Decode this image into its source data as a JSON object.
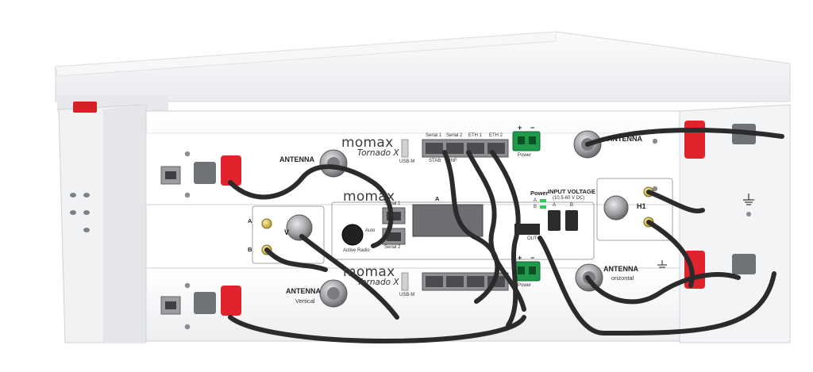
{
  "colors": {
    "chassis": "#f6f6f7",
    "chassis_edge": "#d4d6d9",
    "cable": "#2b2b2b",
    "latch_red": "#e0232c",
    "connector_gold": "#d8c24e",
    "power_green": "#1f9a4a",
    "port_gray": "#8d8f93"
  },
  "icons": [
    "ground-symbol-icon",
    "ethernet-port-icon",
    "n-type-connector-icon",
    "rack-ear-icon"
  ],
  "top_unit": {
    "brand": "momax",
    "model": "Tornado X",
    "antenna_left": "ANTENNA",
    "antenna_right": "ANTENNA",
    "usb": "USB-M",
    "ports": [
      "Serial 1",
      "Serial 2",
      "ETH 1",
      "ETH 2"
    ],
    "port_sublabels": [
      "STAB",
      "INF"
    ],
    "power": "Power",
    "polarity": [
      "+",
      "−"
    ]
  },
  "middle_unit": {
    "side_labels": [
      "A",
      "B"
    ],
    "section_v": "V",
    "brand": "momax",
    "auto": "Auto",
    "active_radio": "Active Radio",
    "serial_1": "Serial 1",
    "serial_2": "Serial 2",
    "channel_a": "A",
    "power": "Power",
    "power_leds": [
      "A",
      "B"
    ],
    "input_voltage": "INPUT VOLTAGE",
    "input_voltage_range": "(10.5-60 V DC)",
    "input_terminals": [
      "A",
      "B"
    ],
    "out": "OUT",
    "section_h": "H1"
  },
  "bottom_unit": {
    "brand": "momax",
    "model": "Tornado X",
    "antenna_left": "ANTENNA",
    "antenna_left_sub": "Vertical",
    "antenna_right": "ANTENNA",
    "antenna_right_sub": "orizontal",
    "usb": "USB-M",
    "power": "Power",
    "polarity": [
      "+",
      "−"
    ]
  }
}
